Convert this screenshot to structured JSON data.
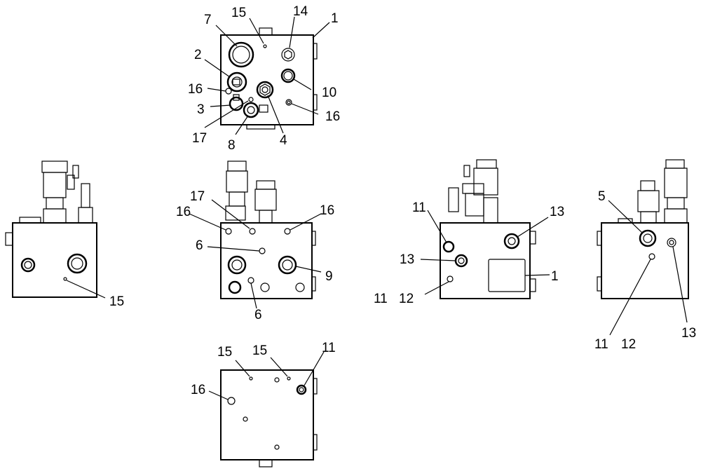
{
  "callouts": {
    "top": {
      "c7": "7",
      "c15": "15",
      "c14": "14",
      "c1": "1",
      "c2": "2",
      "c16a": "16",
      "c10": "10",
      "c3": "3",
      "c16b": "16",
      "c17": "17",
      "c8": "8",
      "c4": "4"
    },
    "left": {
      "c15": "15"
    },
    "front": {
      "c17": "17",
      "c16a": "16",
      "c16b": "16",
      "c6a": "6",
      "c9": "9",
      "c6b": "6"
    },
    "right": {
      "c11a": "11",
      "c13a": "13",
      "c13b": "13",
      "c1": "1",
      "c11b": "11",
      "c12": "12"
    },
    "far_right": {
      "c5": "5",
      "c11": "11",
      "c12": "12",
      "c13": "13"
    },
    "bottom": {
      "c15a": "15",
      "c15b": "15",
      "c11": "11",
      "c16": "16"
    }
  }
}
